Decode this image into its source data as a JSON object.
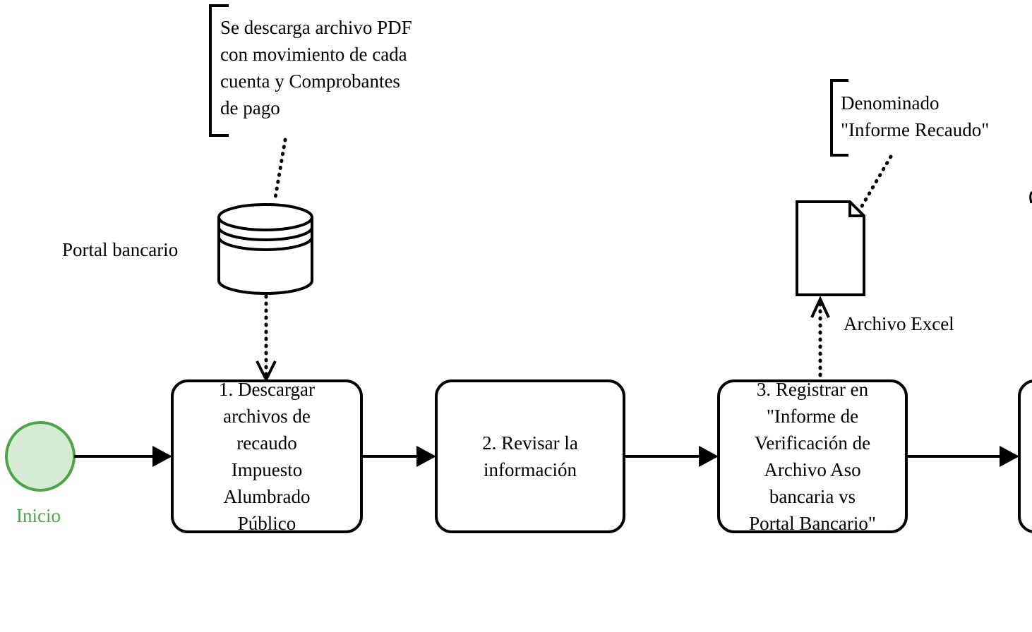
{
  "events": {
    "start": {
      "label": "Inicio",
      "fill": "#d5ebd3",
      "stroke": "#4ea44a"
    }
  },
  "tasks": [
    {
      "id": "t1",
      "label": "1. Descargar\narchivos de\nrecaudo\nImpuesto\nAlumbrado\nPúblico"
    },
    {
      "id": "t2",
      "label": "2. Revisar la\ninformación"
    },
    {
      "id": "t3",
      "label": "3. Registrar en\n\"Informe de\nVerificación de\nArchivo Aso\nbancaria vs\nPortal Bancario\""
    }
  ],
  "data_store": {
    "label": "Portal bancario"
  },
  "data_object": {
    "label": "Archivo Excel"
  },
  "annotations": {
    "pdf_note": "Se descarga archivo PDF\ncon movimiento de cada\ncuenta y Comprobantes\nde pago",
    "excel_note": "Denominado\n\"Informe Recaudo\""
  },
  "colors": {
    "stroke": "#000000",
    "start_green": "#4ea44a",
    "start_fill": "#d5ebd3"
  }
}
